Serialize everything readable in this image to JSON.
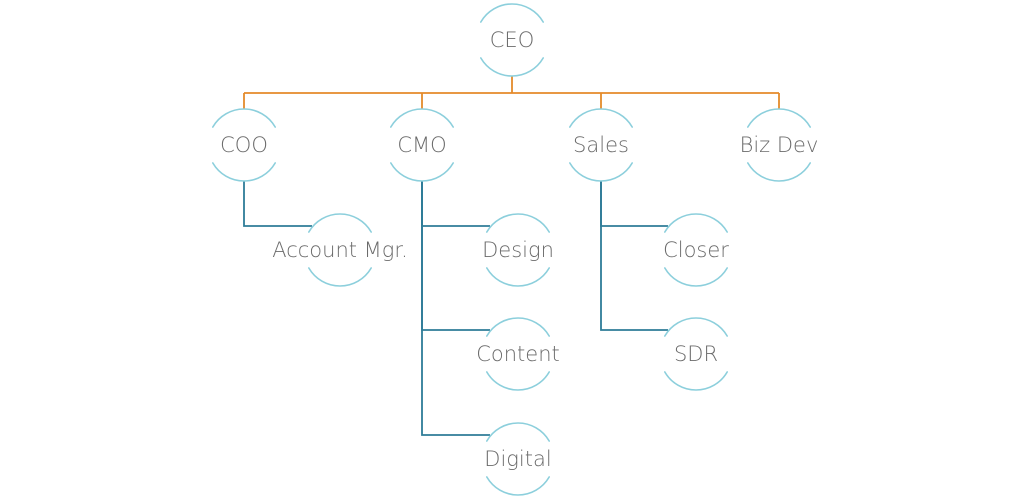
{
  "colors": {
    "top_connector": "#e48a2a",
    "branch_connector": "#2e7c98",
    "node_arc": "#8ccfdc",
    "label_text": "#6b6b6b"
  },
  "nodes": [
    {
      "id": "ceo",
      "label": "CEO",
      "parent": null
    },
    {
      "id": "coo",
      "label": "COO",
      "parent": "ceo"
    },
    {
      "id": "cmo",
      "label": "CMO",
      "parent": "ceo"
    },
    {
      "id": "sales",
      "label": "Sales",
      "parent": "ceo"
    },
    {
      "id": "bizdev",
      "label": "Biz Dev",
      "parent": "ceo"
    },
    {
      "id": "account-mgr",
      "label": "Account Mgr.",
      "parent": "coo"
    },
    {
      "id": "design",
      "label": "Design",
      "parent": "cmo"
    },
    {
      "id": "content",
      "label": "Content",
      "parent": "cmo"
    },
    {
      "id": "digital",
      "label": "Digital",
      "parent": "cmo"
    },
    {
      "id": "closer",
      "label": "Closer",
      "parent": "sales"
    },
    {
      "id": "sdr",
      "label": "SDR",
      "parent": "sales"
    }
  ]
}
